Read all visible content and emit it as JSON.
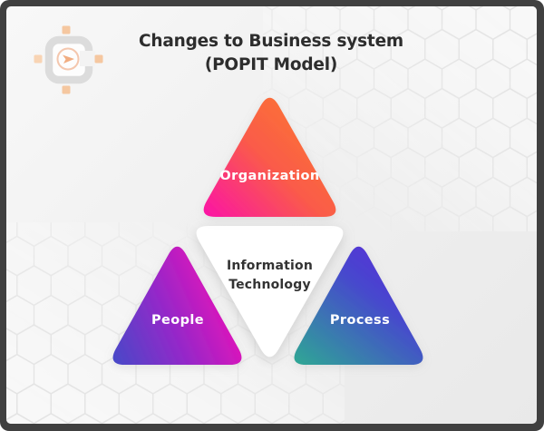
{
  "header": {
    "title_line1": "Changes to Business system",
    "title_line2": "(POPIT Model)",
    "text_color": "#2d2d2d"
  },
  "logo": {
    "name": "compass-c-logo",
    "c_color": "#dcdcdc",
    "ring_color": "#f0b493",
    "arrow_color": "#ef9f6b",
    "square_color": "#f5c7a0"
  },
  "diagram": {
    "model": "POPIT",
    "triangles": [
      {
        "id": "organization",
        "label": "Organization",
        "label_color": "#ffffff",
        "gradient": [
          "#fb13a7",
          "#fa5b49",
          "#fc7b2e"
        ]
      },
      {
        "id": "people",
        "label": "People",
        "label_color": "#ffffff",
        "gradient": [
          "#4649c8",
          "#9428c9",
          "#ea12b8"
        ]
      },
      {
        "id": "process",
        "label": "Process",
        "label_color": "#ffffff",
        "gradient": [
          "#2ea894",
          "#4747ce",
          "#5d2bd9"
        ]
      }
    ],
    "center": {
      "label_line1": "Information",
      "label_line2": "Technology",
      "label_color": "#333333",
      "fill": "#ffffff"
    }
  },
  "background": {
    "base": "#efefef",
    "hex_fill": "#f8f8f8",
    "hex_stroke": "#e2e2e2",
    "frame_color": "#404040"
  }
}
